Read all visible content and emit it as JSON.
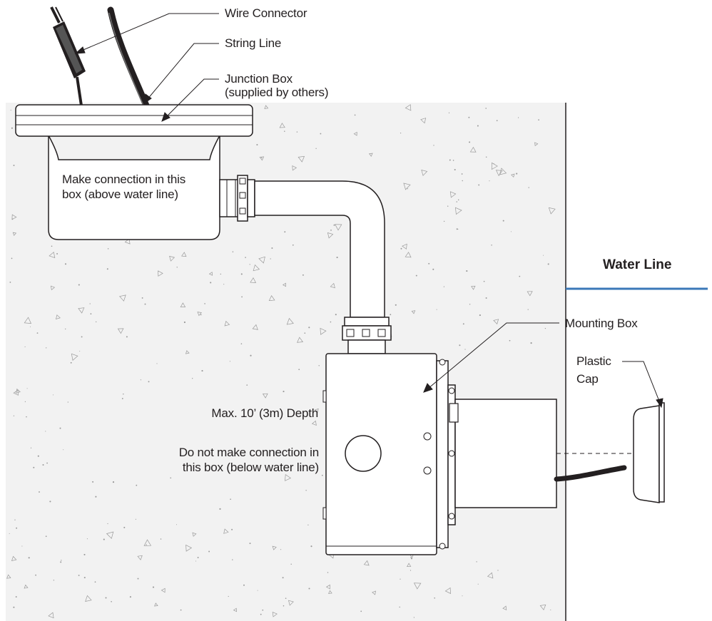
{
  "labels": {
    "wire_connector": "Wire Connector",
    "string_line": "String Line",
    "junction_box_line1": "Junction Box",
    "junction_box_line2": "(supplied by others)",
    "junction_note_line1": "Make connection in this",
    "junction_note_line2": "box (above water line)",
    "water_line": "Water Line",
    "mounting_box": "Mounting Box",
    "plastic_cap_line1": "Plastic",
    "plastic_cap_line2": "Cap",
    "max_depth": "Max. 10’ (3m) Depth",
    "mounting_note_line1": "Do not make connection in",
    "mounting_note_line2": "this box (below water line)"
  },
  "colors": {
    "line": "#231f20",
    "concrete": "#f2f2f2",
    "concrete_speckle": "#9a9a9a",
    "water_line": "#3b78b8",
    "cable": "#231f20"
  }
}
